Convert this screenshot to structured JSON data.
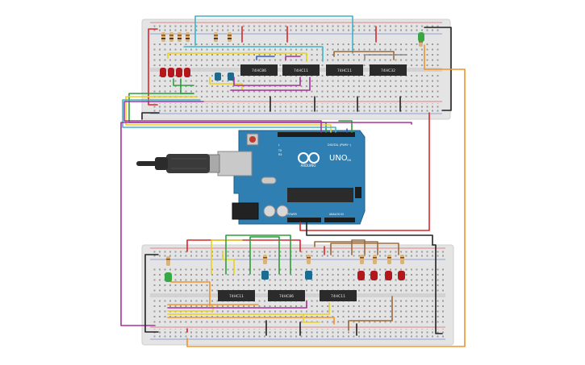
{
  "canvas": {
    "background": "#ffffff"
  },
  "colors": {
    "breadboard": "#e4e4e4",
    "arduino_board": "#2f7fb2",
    "chip": "#2b2b2b",
    "led_red": "#b3171b",
    "led_green": "#37a843",
    "pot": "#1b6c8e",
    "wire_red": "#d8262b",
    "wire_black": "#222222",
    "wire_orange": "#f0932b",
    "wire_yellow": "#e9d120",
    "wire_green": "#2e9e3a",
    "wire_purple": "#a8329c",
    "wire_cyan": "#40b4c8",
    "wire_brown": "#9b6b3c",
    "wire_blue": "#3a5fc8",
    "wire_grey": "#8b8b8b"
  },
  "top_board": {
    "chips": [
      {
        "label": "74HC86"
      },
      {
        "label": "74HC11"
      },
      {
        "label": "74HC11"
      },
      {
        "label": "74HC32"
      }
    ]
  },
  "bottom_board": {
    "chips": [
      {
        "label": "74HC11"
      },
      {
        "label": "74HC86"
      },
      {
        "label": "74HC11"
      }
    ]
  },
  "arduino": {
    "model": "UNO",
    "brand": "ARDUINO",
    "digital_label": "DIGITAL (PWM~)",
    "analog_label": "ANALOG IN",
    "power_label": "POWER",
    "tx_label": "TX",
    "rx_label": "RX",
    "l_label": "L",
    "on_label": "ON"
  }
}
